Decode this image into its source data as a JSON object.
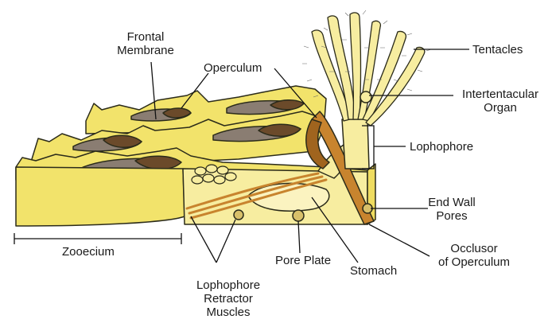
{
  "labels": {
    "frontal_membrane": [
      "Frontal",
      "Membrane"
    ],
    "operculum": "Operculum",
    "tentacles": "Tentacles",
    "intertentacular_organ": [
      "Intertentacular",
      "Organ"
    ],
    "lophophore": "Lophophore",
    "end_wall_pores": [
      "End Wall",
      "Pores"
    ],
    "occlusor_of_operculum": [
      "Occlusor",
      "of Operculum"
    ],
    "stomach": "Stomach",
    "pore_plate": "Pore Plate",
    "lophophore_retractor_muscles": [
      "Lophophore",
      "Retractor",
      "Muscles"
    ],
    "zooecium": "Zooecium"
  },
  "colors": {
    "body_fill": "#f2e36b",
    "body_light": "#f7eda0",
    "membrane": "#8a7d72",
    "opening": "#6b4a2a",
    "muscle": "#c8842e",
    "outline": "#2b2b1a",
    "line": "#111111"
  }
}
